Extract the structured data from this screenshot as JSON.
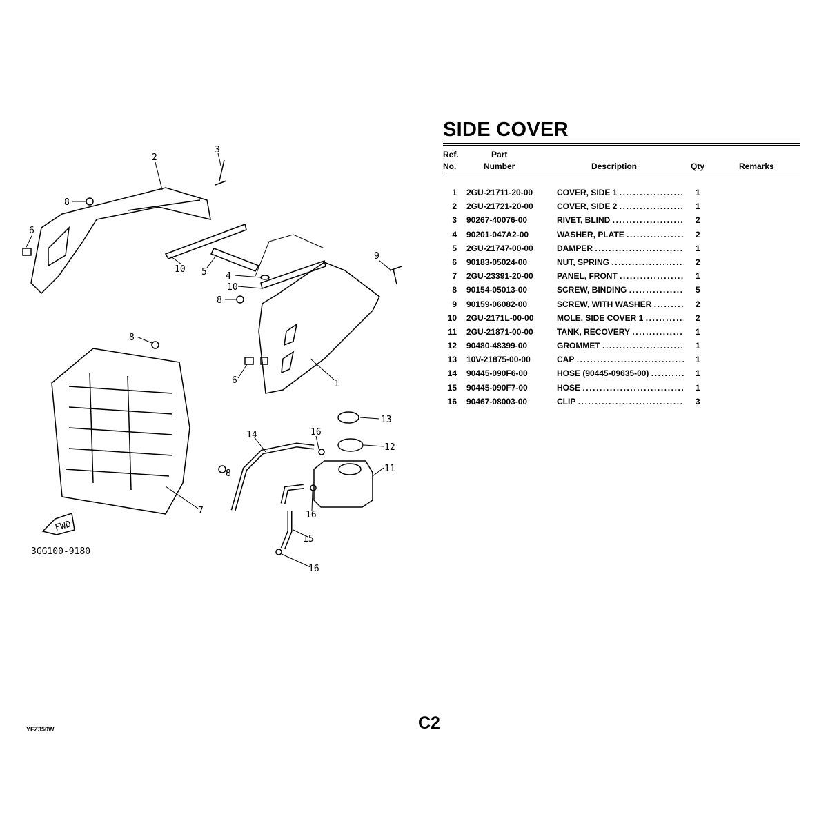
{
  "title": "SIDE COVER",
  "table": {
    "headers": {
      "ref_line1": "Ref.",
      "ref_line2": "No.",
      "part_line1": "Part",
      "part_line2": "Number",
      "description": "Description",
      "qty": "Qty",
      "remarks": "Remarks"
    },
    "rows": [
      {
        "ref": "1",
        "part": "2GU-21711-20-00",
        "desc": "COVER, SIDE 1",
        "qty": "1"
      },
      {
        "ref": "2",
        "part": "2GU-21721-20-00",
        "desc": "COVER, SIDE 2",
        "qty": "1"
      },
      {
        "ref": "3",
        "part": "90267-40076-00",
        "desc": "RIVET, BLIND",
        "qty": "2"
      },
      {
        "ref": "4",
        "part": "90201-047A2-00",
        "desc": "WASHER, PLATE",
        "qty": "2"
      },
      {
        "ref": "5",
        "part": "2GU-21747-00-00",
        "desc": "DAMPER",
        "qty": "1"
      },
      {
        "ref": "6",
        "part": "90183-05024-00",
        "desc": "NUT, SPRING",
        "qty": "2"
      },
      {
        "ref": "7",
        "part": "2GU-23391-20-00",
        "desc": "PANEL, FRONT",
        "qty": "1"
      },
      {
        "ref": "8",
        "part": "90154-05013-00",
        "desc": "SCREW, BINDING",
        "qty": "5"
      },
      {
        "ref": "9",
        "part": "90159-06082-00",
        "desc": "SCREW, WITH WASHER",
        "qty": "2"
      },
      {
        "ref": "10",
        "part": "2GU-2171L-00-00",
        "desc": "MOLE, SIDE COVER 1",
        "qty": "2"
      },
      {
        "ref": "11",
        "part": "2GU-21871-00-00",
        "desc": "TANK, RECOVERY",
        "qty": "1"
      },
      {
        "ref": "12",
        "part": "90480-48399-00",
        "desc": "GROMMET",
        "qty": "1"
      },
      {
        "ref": "13",
        "part": "10V-21875-00-00",
        "desc": "CAP",
        "qty": "1"
      },
      {
        "ref": "14",
        "part": "90445-090F6-00",
        "desc": "HOSE (90445-09635-00)",
        "qty": "1"
      },
      {
        "ref": "15",
        "part": "90445-090F7-00",
        "desc": "HOSE",
        "qty": "1"
      },
      {
        "ref": "16",
        "part": "90467-08003-00",
        "desc": "CLIP",
        "qty": "3"
      }
    ]
  },
  "diagram": {
    "code": "3GG100-9180",
    "fwd_label": "FWD",
    "callouts": [
      "2",
      "3",
      "8",
      "6",
      "10",
      "5",
      "4",
      "10",
      "8",
      "9",
      "8",
      "6",
      "1",
      "13",
      "14",
      "16",
      "12",
      "11",
      "8",
      "7",
      "16",
      "15",
      "16"
    ]
  },
  "footer": {
    "model": "YFZ350W",
    "page": "C2"
  }
}
